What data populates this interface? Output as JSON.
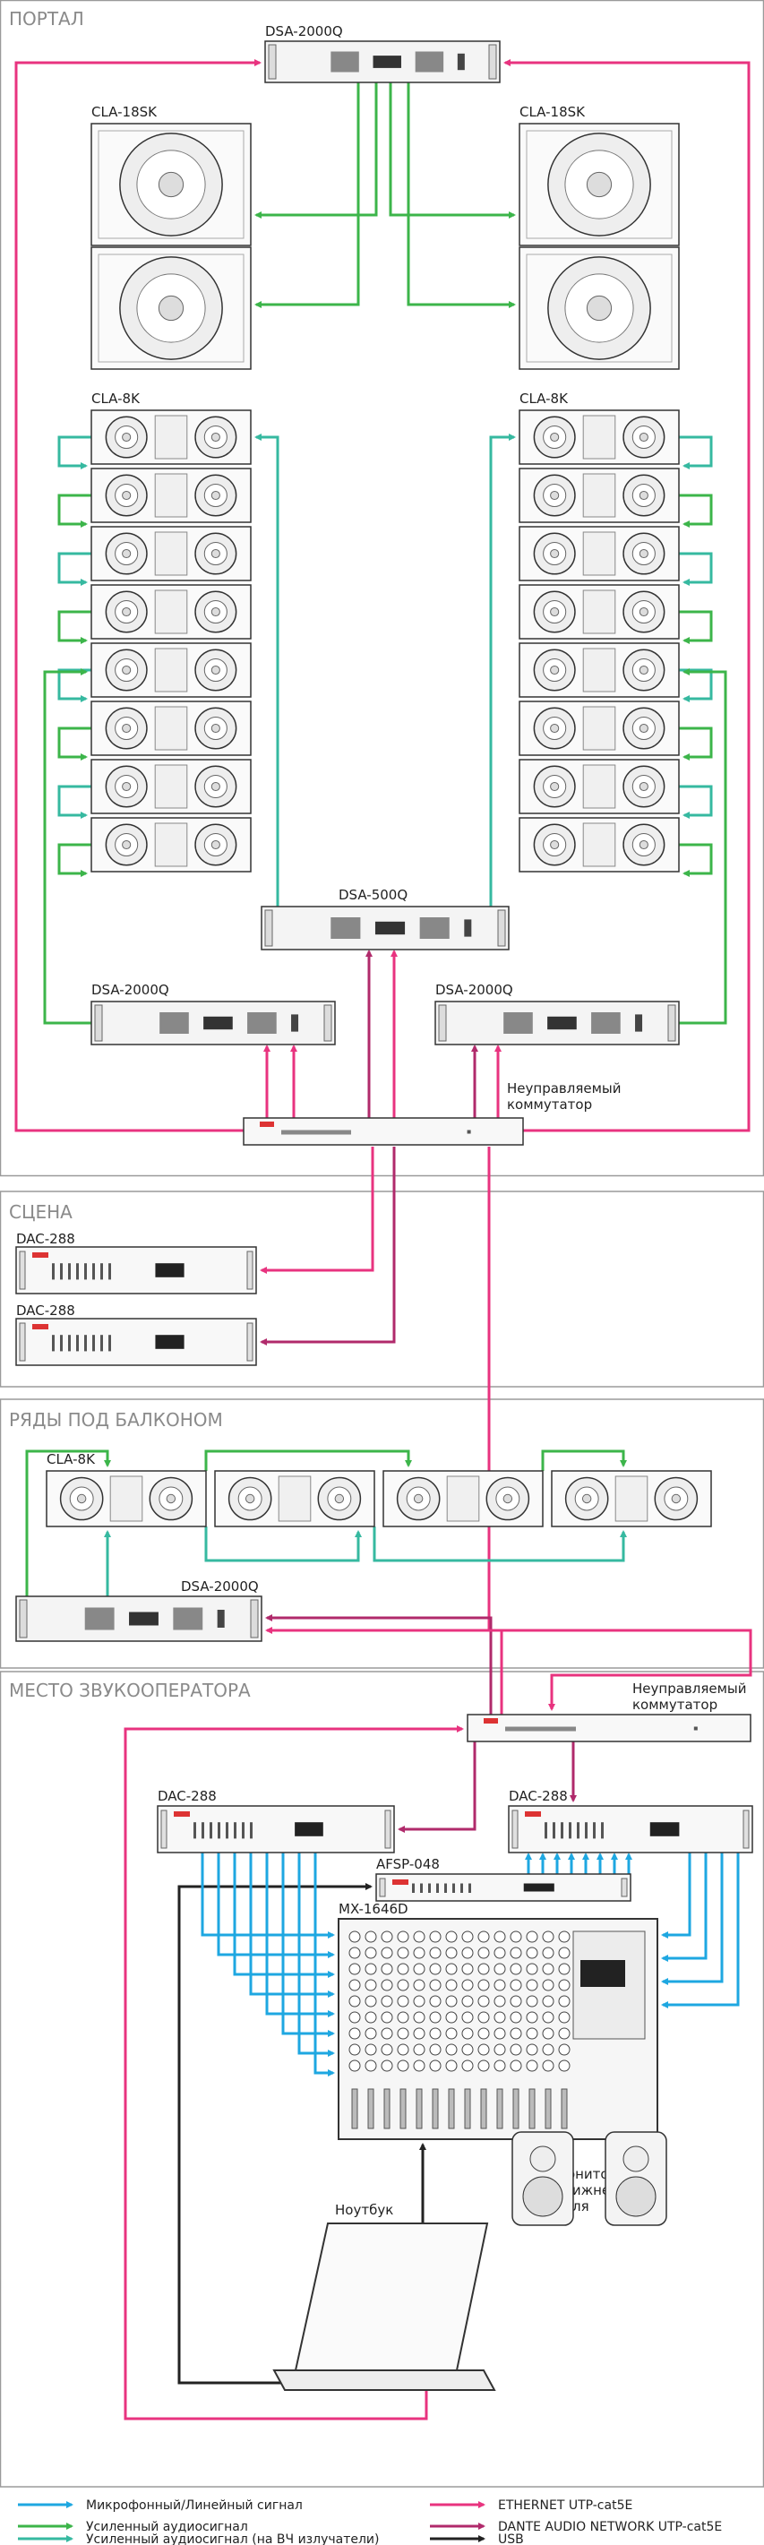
{
  "sections": {
    "portal": "ПОРТАЛ",
    "stage": "СЦЕНА",
    "balcony": "РЯДЫ ПОД БАЛКОНОМ",
    "operator": "МЕСТО ЗВУКООПЕРАТОРА"
  },
  "labels": {
    "dsa2000_top": "DSA-2000Q",
    "cla18_left": "CLA-18SK",
    "cla18_right": "CLA-18SK",
    "cla8_left": "CLA-8K",
    "cla8_right": "CLA-8K",
    "dsa500": "DSA-500Q",
    "dsa2000_left": "DSA-2000Q",
    "dsa2000_right": "DSA-2000Q",
    "switch_portal": "Неуправляемый\nкоммутатор",
    "dac_stage1": "DAC-288",
    "dac_stage2": "DAC-288",
    "cla8_balcony": "CLA-8K",
    "dsa2000_balcony": "DSA-2000Q",
    "switch_operator": "Неуправляемый\nкоммутатор",
    "dac_op_left": "DAC-288",
    "dac_op_right": "DAC-288",
    "afsp": "AFSP-048",
    "mixer": "MX-1646D",
    "monitors": "Мониторы\nближнего\nполя",
    "laptop": "Ноутбук"
  },
  "legend": [
    {
      "label": "Микрофонный/Линейный сигнал",
      "color": "#1ea7e1"
    },
    {
      "label": "Усиленный аудиосигнал",
      "color": "#3cb54a"
    },
    {
      "label": "Усиленный аудиосигнал (на ВЧ излучатели)",
      "color": "#36b9a0"
    },
    {
      "label": "ETHERNET UTP-cat5E",
      "color": "#e8337f"
    },
    {
      "label": "DANTE AUDIO NETWORK UTP-cat5E",
      "color": "#b02a6b"
    },
    {
      "label": "USB",
      "color": "#222222"
    }
  ],
  "colors": {
    "mic": "#1ea7e1",
    "amp": "#3cb54a",
    "hf": "#36b9a0",
    "eth": "#e8337f",
    "dante": "#b02a6b",
    "usb": "#222222",
    "section_border": "#9a9a9a",
    "section_title": "#8a8a8a"
  }
}
